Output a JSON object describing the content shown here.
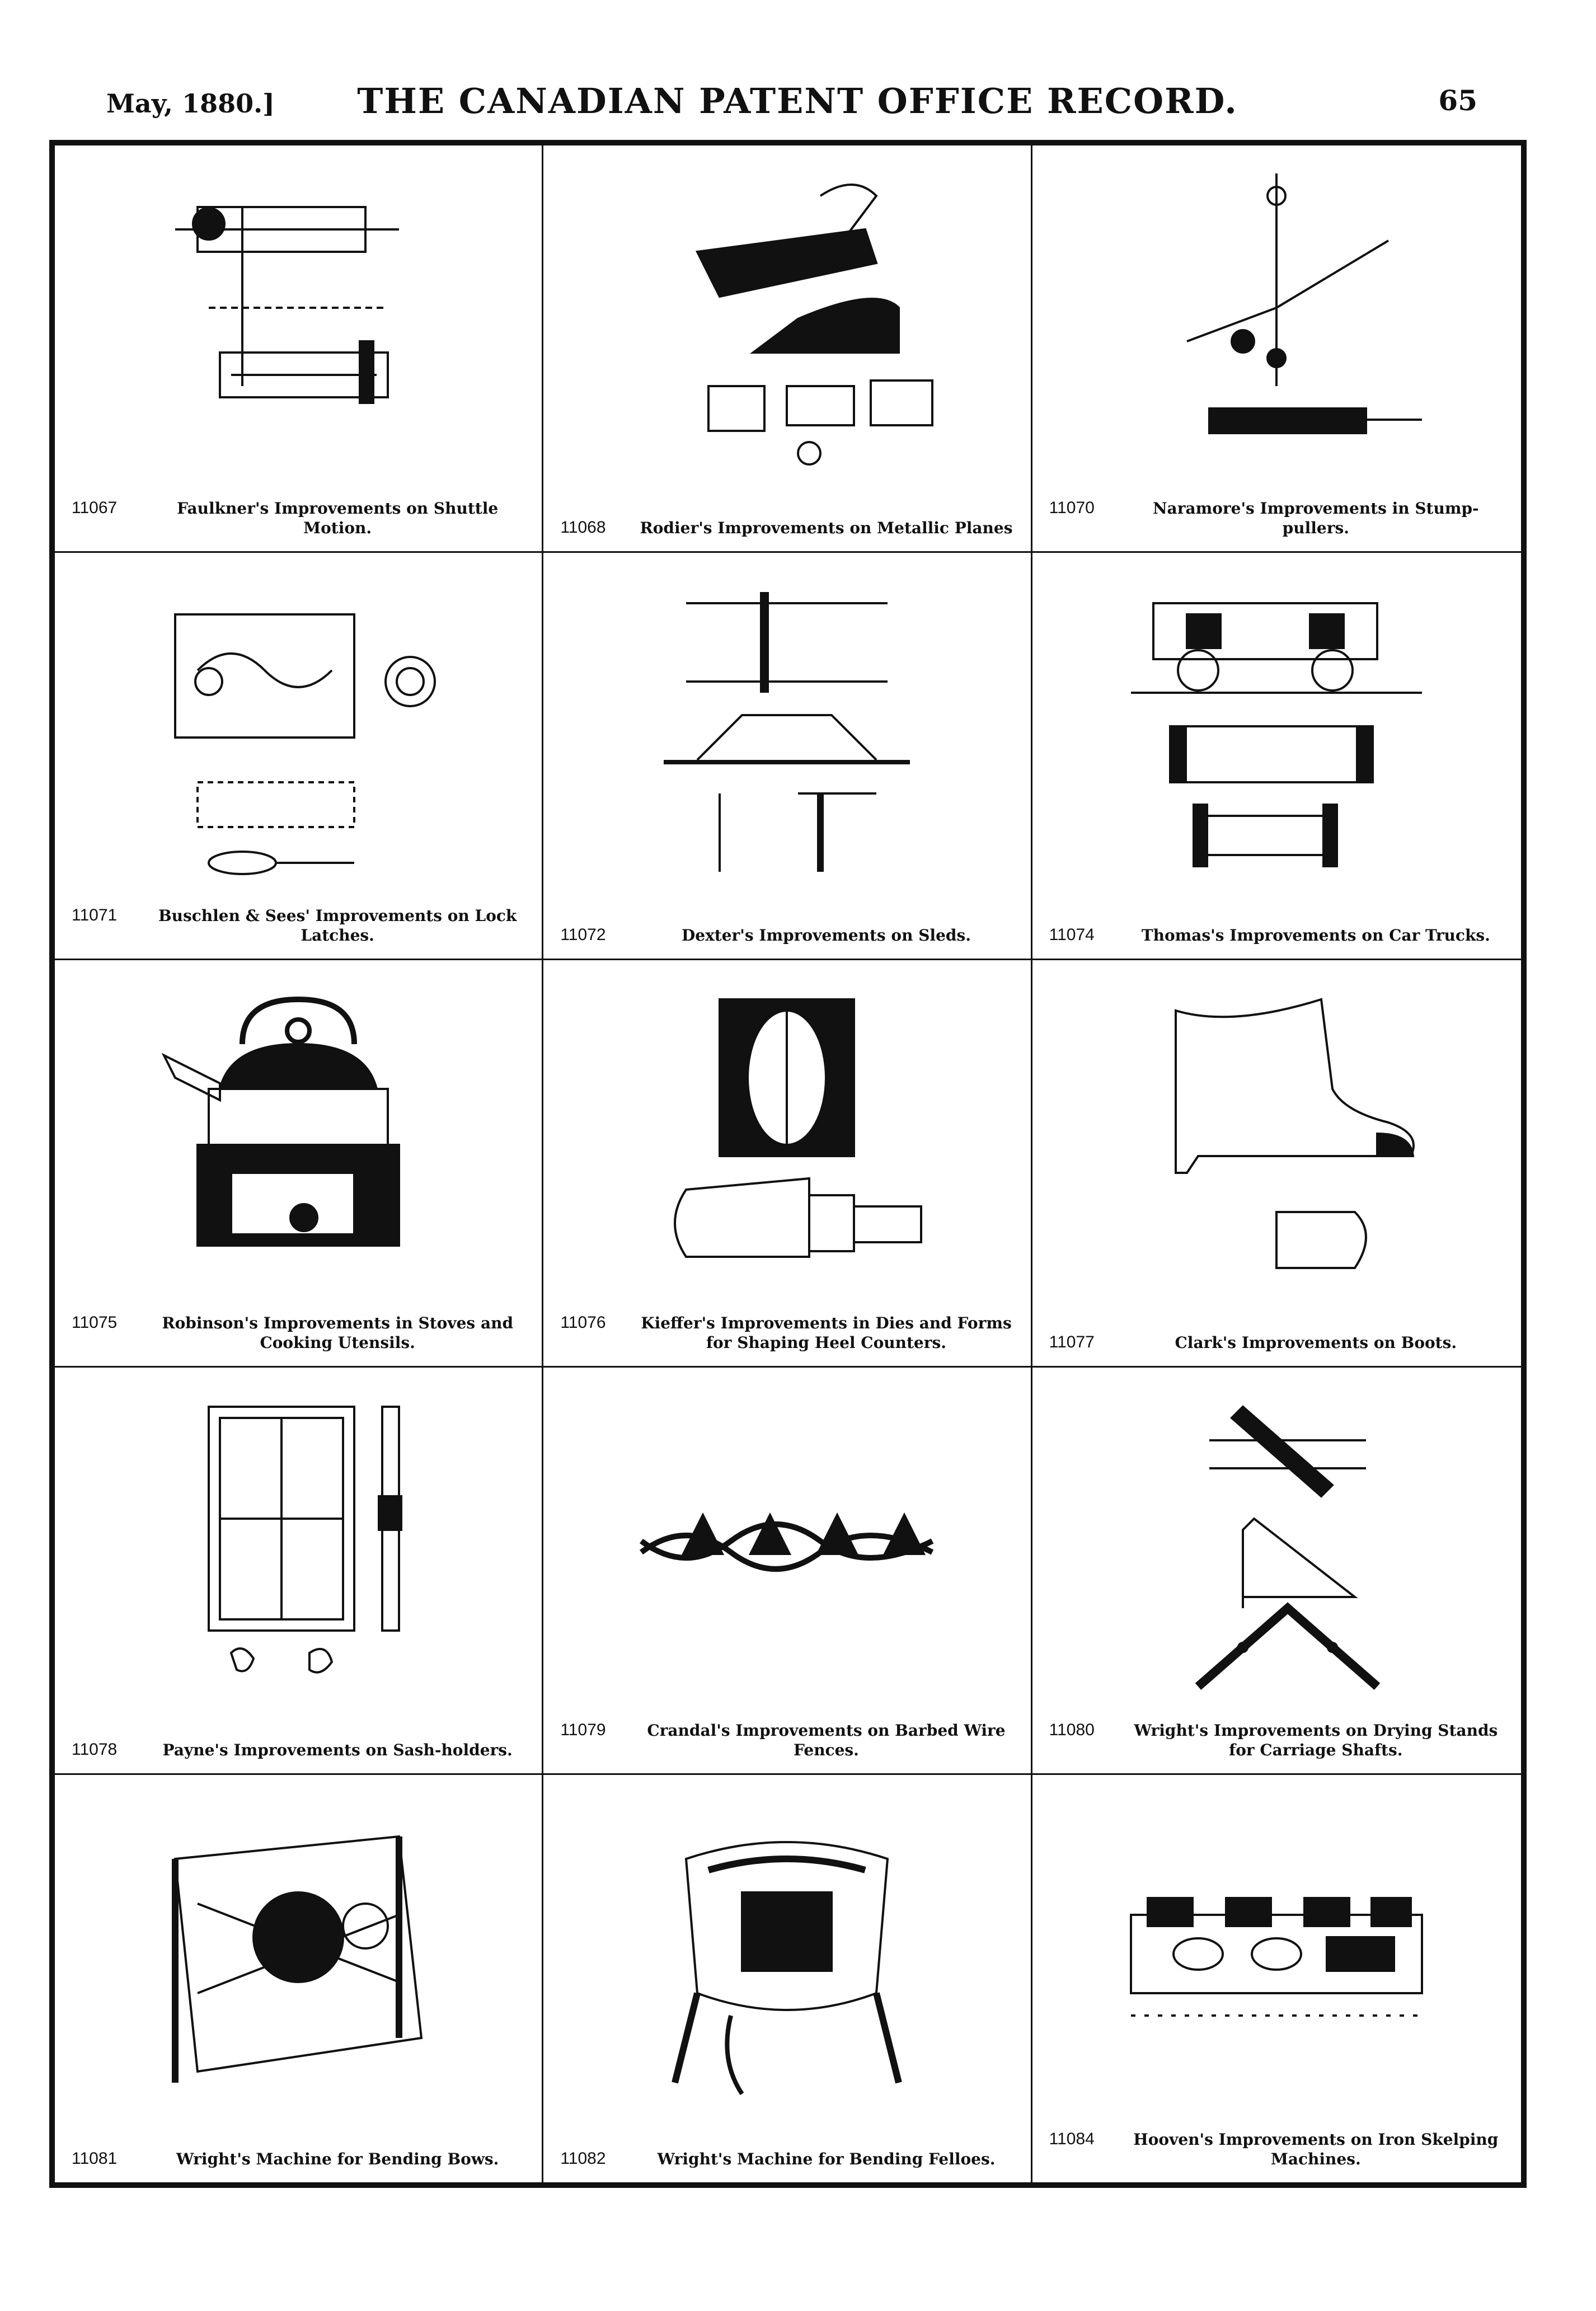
{
  "header": {
    "date": "May, 1880.]",
    "title": "THE CANADIAN PATENT OFFICE RECORD.",
    "page": "65"
  },
  "patents": [
    {
      "number": "11067",
      "title": "Faulkner's Improvements on Shuttle Motion.",
      "icon": "shuttle-motion-drawing-icon"
    },
    {
      "number": "11068",
      "title": "Rodier's Improvements on Metallic Planes",
      "icon": "metallic-plane-drawing-icon"
    },
    {
      "number": "11070",
      "title": "Naramore's Improvements in Stump-pullers.",
      "icon": "stump-puller-drawing-icon"
    },
    {
      "number": "11071",
      "title": "Buschlen & Sees' Improvements on Lock Latches.",
      "icon": "lock-latch-drawing-icon"
    },
    {
      "number": "11072",
      "title": "Dexter's Improvements on Sleds.",
      "icon": "sled-drawing-icon"
    },
    {
      "number": "11074",
      "title": "Thomas's Improvements on Car Trucks.",
      "icon": "car-truck-drawing-icon"
    },
    {
      "number": "11075",
      "title": "Robinson's Improvements in Stoves and Cooking Utensils.",
      "icon": "stove-kettle-drawing-icon"
    },
    {
      "number": "11076",
      "title": "Kieffer's Improvements in Dies and Forms for Shaping Heel Counters.",
      "icon": "heel-counter-die-drawing-icon"
    },
    {
      "number": "11077",
      "title": "Clark's Improvements on Boots.",
      "icon": "boot-drawing-icon"
    },
    {
      "number": "11078",
      "title": "Payne's Improvements on Sash-holders.",
      "icon": "sash-holder-drawing-icon"
    },
    {
      "number": "11079",
      "title": "Crandal's Improvements on Barbed Wire Fences.",
      "icon": "barbed-wire-drawing-icon"
    },
    {
      "number": "11080",
      "title": "Wright's Improvements on Drying Stands for Carriage Shafts.",
      "icon": "drying-stand-drawing-icon"
    },
    {
      "number": "11081",
      "title": "Wright's Machine for Bending Bows.",
      "icon": "bow-bending-machine-drawing-icon"
    },
    {
      "number": "11082",
      "title": "Wright's Machine for Bending Felloes.",
      "icon": "felloe-bending-machine-drawing-icon"
    },
    {
      "number": "11084",
      "title": "Hooven's Improvements on Iron Skelping Machines.",
      "icon": "skelping-machine-drawing-icon"
    }
  ]
}
